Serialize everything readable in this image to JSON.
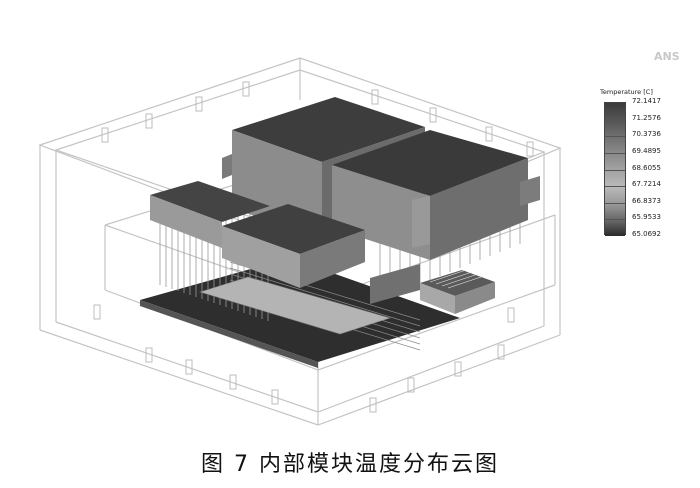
{
  "logo_text": "ANS",
  "legend": {
    "title": "Temperature [C]",
    "values": [
      "72.1417",
      "71.2576",
      "70.3736",
      "69.4895",
      "68.6055",
      "67.7214",
      "66.8373",
      "65.9533",
      "65.0692"
    ],
    "colors": [
      "#3b3b3b",
      "#555555",
      "#6f6f6f",
      "#8a8a8a",
      "#a3a3a3",
      "#b9b9b9",
      "#9a9a9a",
      "#6a6a6a",
      "#2a2a2a"
    ]
  },
  "caption": "图 7   内部模块温度分布云图",
  "colors": {
    "enclosure_line": "#c4c4c4",
    "block_top_dark": "#3d3d3d",
    "block_side_mid": "#8c8c8c",
    "block_side_dark": "#6b6b6b",
    "fin_line": "#9a9a9a",
    "base_plate": "#2e2e2e"
  }
}
